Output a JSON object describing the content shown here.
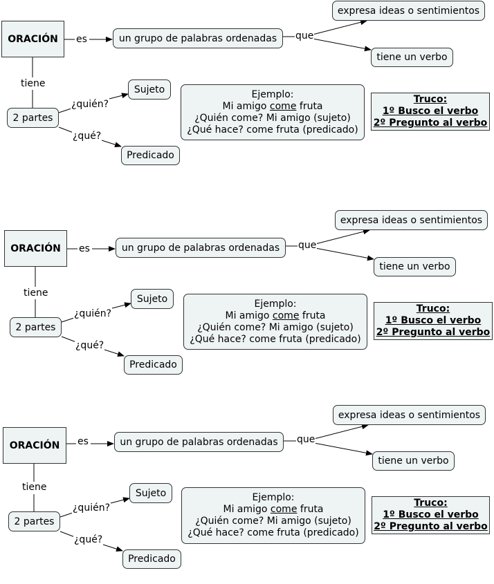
{
  "maps": [
    {
      "main": "ORACIÓN",
      "link_es": "es",
      "definition": "un grupo de palabras ordenadas",
      "link_que": "que",
      "leaf_ideas": "expresa ideas o sentimientos",
      "leaf_verbo": "tiene un verbo",
      "link_tiene": "tiene",
      "parts": "2 partes",
      "link_quien": "¿quién?",
      "link_que_q": "¿qué?",
      "sujeto": "Sujeto",
      "predicado": "Predicado",
      "example": {
        "title": "Ejemplo:",
        "line1_pre": "Mi amigo ",
        "line1_verb": "come",
        "line1_post": " fruta",
        "line2": "¿Quién come? Mi amigo (sujeto)",
        "line3": "¿Qué hace? come fruta (predicado)"
      },
      "trick": {
        "title": "Truco:",
        "step1": "1º Busco el verbo",
        "step2": "2º Pregunto al verbo"
      }
    },
    {
      "main": "ORACIÓN",
      "link_es": "es",
      "definition": "un grupo de palabras ordenadas",
      "link_que": "que",
      "leaf_ideas": "expresa ideas o sentimientos",
      "leaf_verbo": "tiene un verbo",
      "link_tiene": "tiene",
      "parts": "2 partes",
      "link_quien": "¿quién?",
      "link_que_q": "¿qué?",
      "sujeto": "Sujeto",
      "predicado": "Predicado",
      "example": {
        "title": "Ejemplo:",
        "line1_pre": "Mi amigo ",
        "line1_verb": "come",
        "line1_post": " fruta",
        "line2": "¿Quién come? Mi amigo (sujeto)",
        "line3": "¿Qué hace? come fruta (predicado)"
      },
      "trick": {
        "title": "Truco:",
        "step1": "1º Busco el verbo",
        "step2": "2º Pregunto al verbo"
      }
    },
    {
      "main": "ORACIÓN",
      "link_es": "es",
      "definition": "un grupo de palabras ordenadas",
      "link_que": "que",
      "leaf_ideas": "expresa ideas o sentimientos",
      "leaf_verbo": "tiene un verbo",
      "link_tiene": "tiene",
      "parts": "2 partes",
      "link_quien": "¿quién?",
      "link_que_q": "¿qué?",
      "sujeto": "Sujeto",
      "predicado": "Predicado",
      "example": {
        "title": "Ejemplo:",
        "line1_pre": "Mi amigo ",
        "line1_verb": "come",
        "line1_post": " fruta",
        "line2": "¿Quién come? Mi amigo (sujeto)",
        "line3": "¿Qué hace? come fruta (predicado)"
      },
      "trick": {
        "title": "Truco:",
        "step1": "1º Busco el verbo",
        "step2": "2º Pregunto al verbo"
      }
    }
  ]
}
